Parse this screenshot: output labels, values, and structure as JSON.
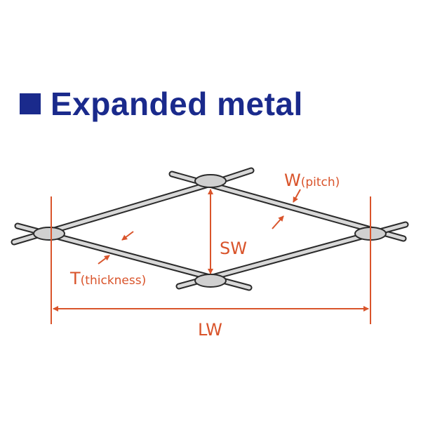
{
  "title": "Expanded metal",
  "labels": {
    "pitch": "W",
    "pitch_note": "(pitch)",
    "short_way": "SW",
    "thickness": "T",
    "thickness_note": "(thickness)",
    "long_way": "LW"
  },
  "colors": {
    "title": "#1a2a8c",
    "annotation": "#d9542b",
    "strand_fill": "#d8d8d8",
    "strand_edge": "#2a2a2a"
  }
}
